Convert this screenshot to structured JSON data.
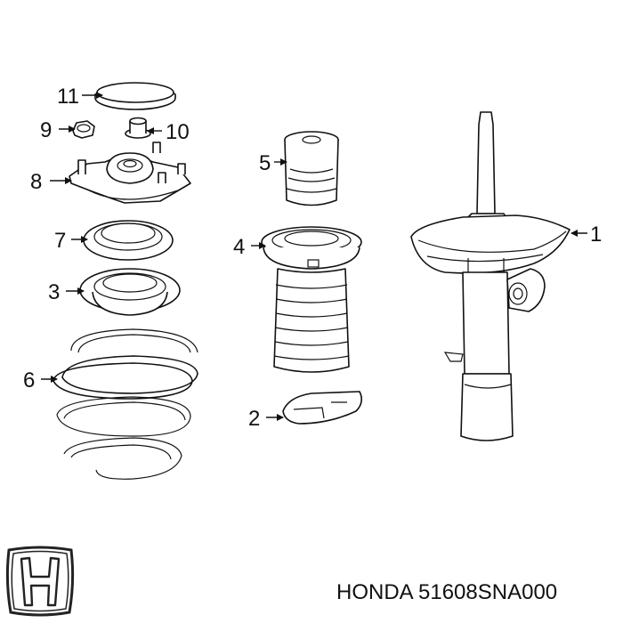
{
  "callouts": {
    "c1": "1",
    "c2": "2",
    "c3": "3",
    "c4": "4",
    "c5": "5",
    "c6": "6",
    "c7": "7",
    "c8": "8",
    "c9": "9",
    "c10": "10",
    "c11": "11"
  },
  "caption": "HONDA 51608SNA000",
  "logo": {
    "icon": "honda-h-logo-icon"
  }
}
